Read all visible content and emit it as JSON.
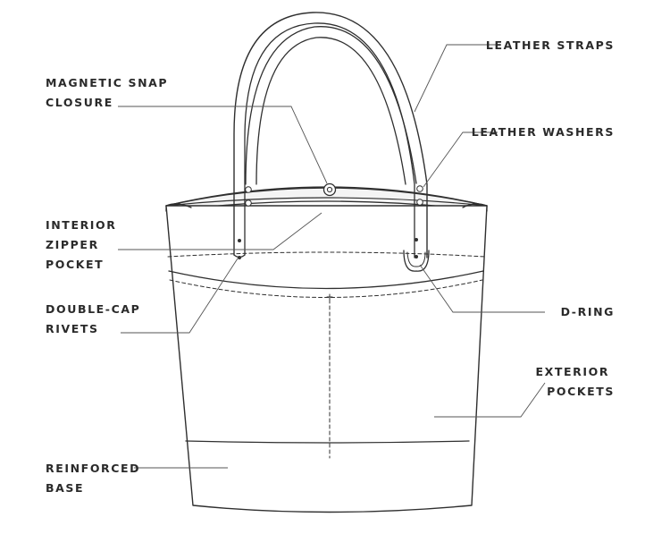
{
  "colors": {
    "outline": "#2f2f2f",
    "leader": "#555555",
    "fill": "#ffffff",
    "interior": "#f4f4f4",
    "text": "#2a2a2a"
  },
  "labels": {
    "magnetic_snap": [
      "MAGNETIC SNAP",
      "CLOSURE"
    ],
    "interior_zipper": [
      "INTERIOR",
      "ZIPPER",
      "POCKET"
    ],
    "double_cap_rivets": [
      "DOUBLE-CAP",
      "RIVETS"
    ],
    "reinforced_base": [
      "REINFORCED",
      "BASE"
    ],
    "leather_straps": [
      "LEATHER STRAPS"
    ],
    "leather_washers": [
      "LEATHER WASHERS"
    ],
    "d_ring": [
      "D-RING"
    ],
    "exterior_pockets": [
      "EXTERIOR",
      "POCKETS"
    ]
  }
}
